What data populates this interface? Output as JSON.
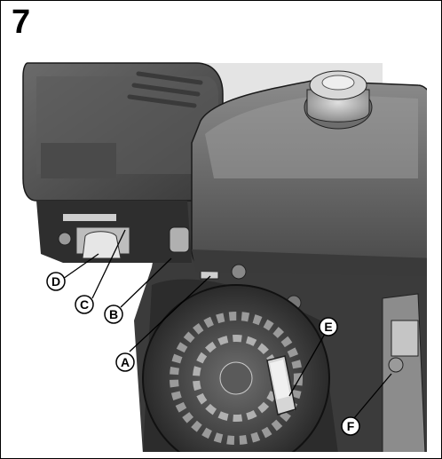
{
  "figure": {
    "number": "7",
    "callouts": [
      "A",
      "B",
      "C",
      "D",
      "E",
      "F"
    ]
  }
}
